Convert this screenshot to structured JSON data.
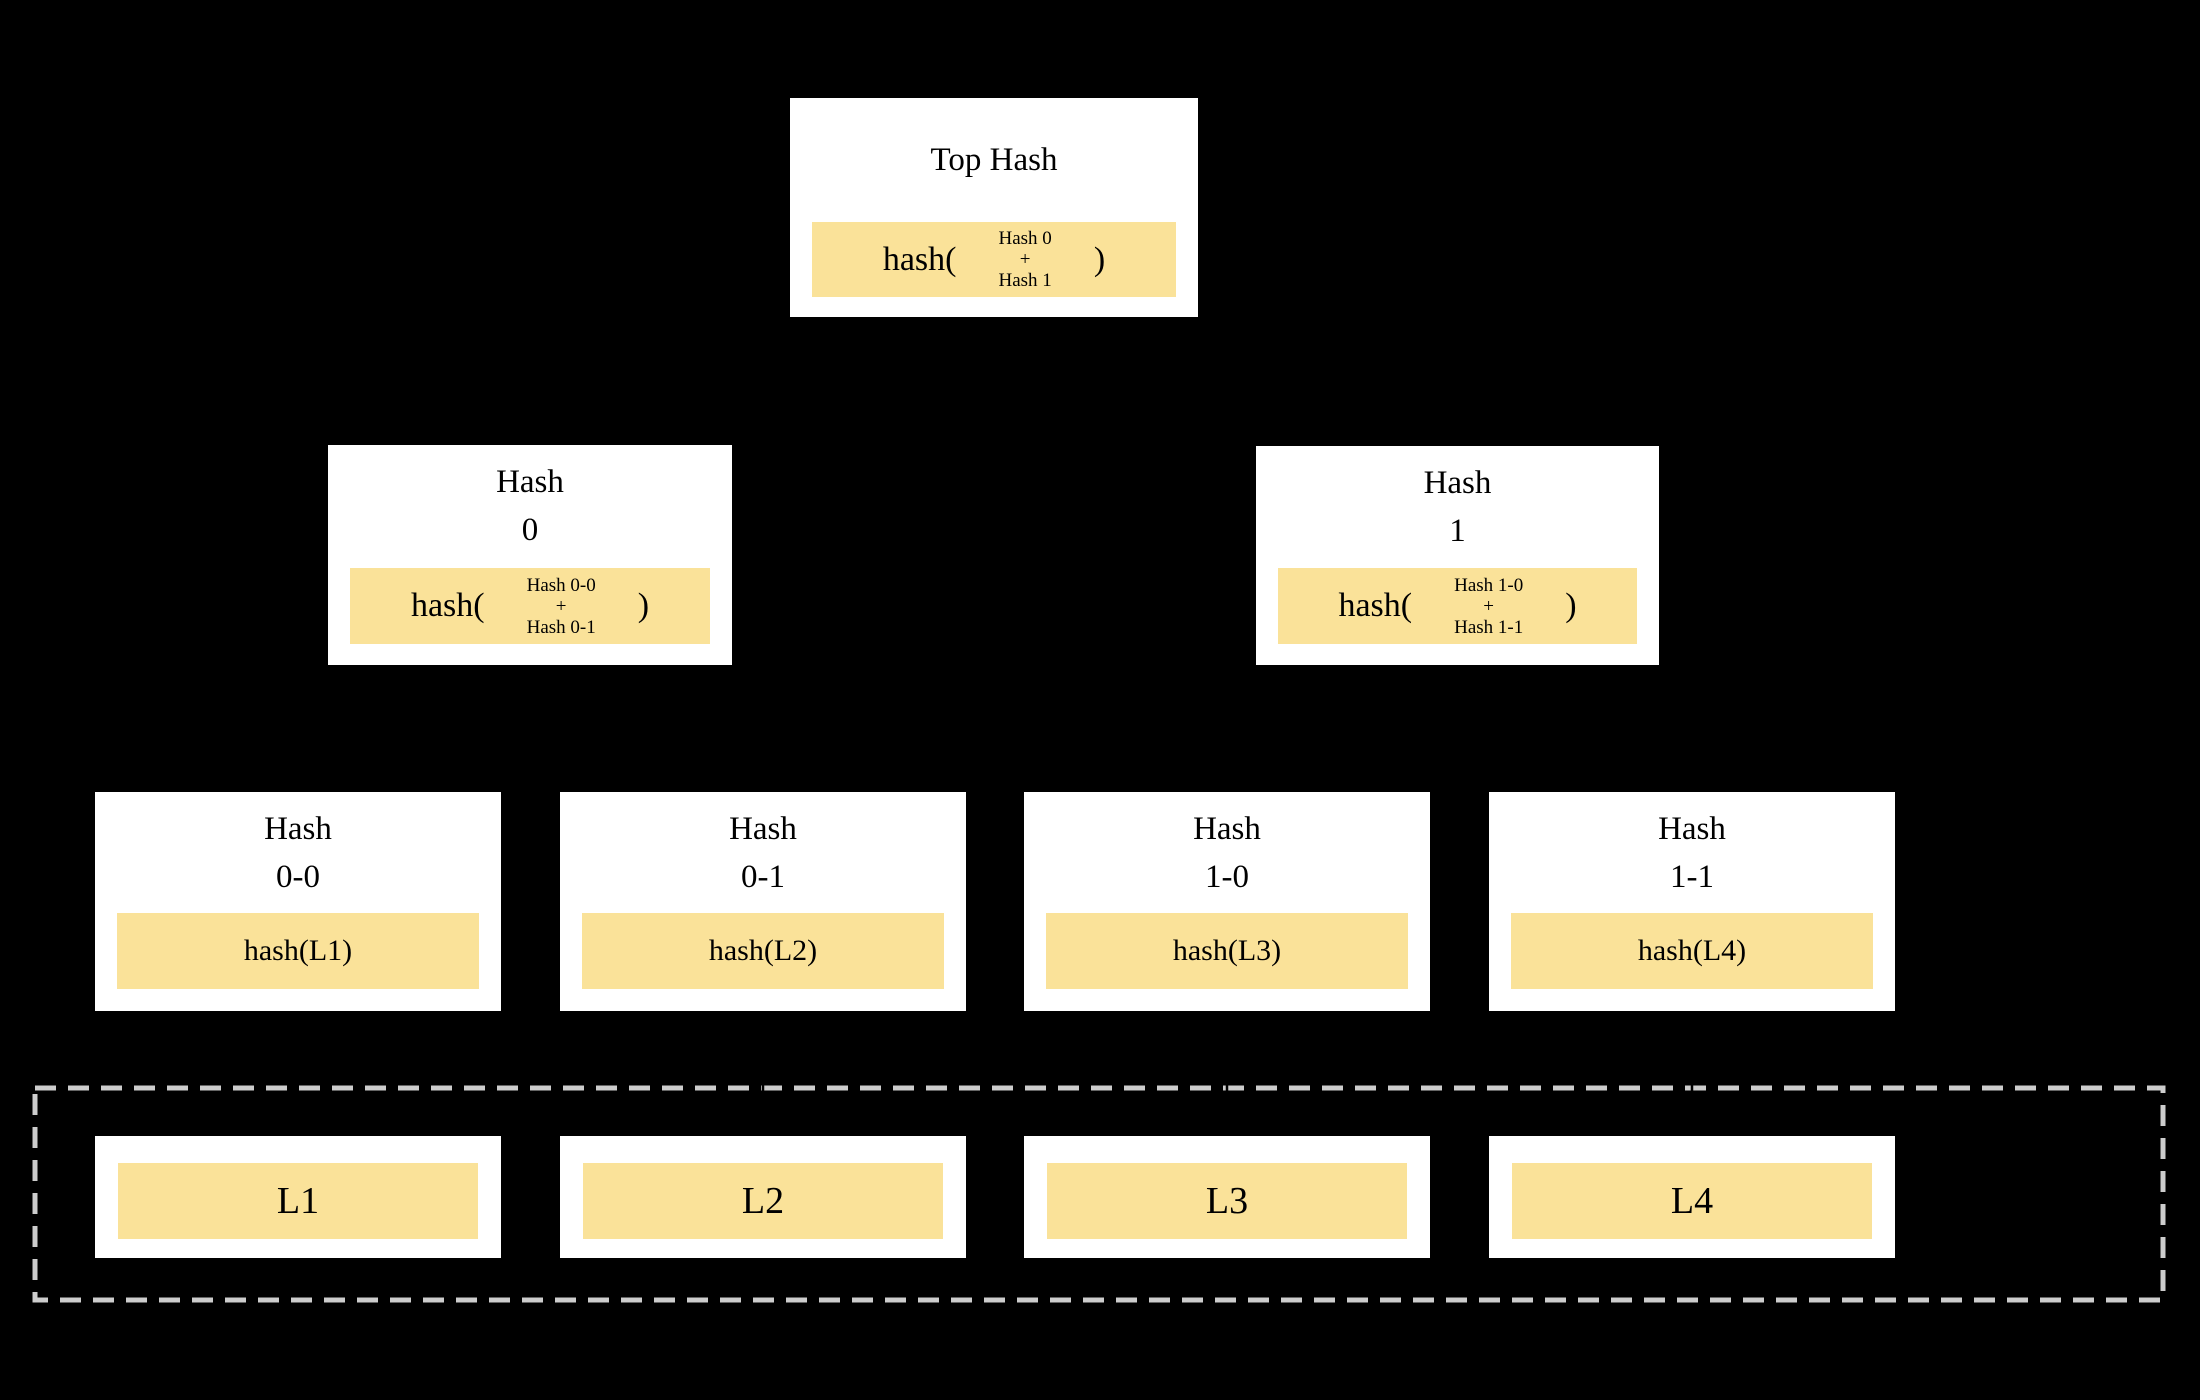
{
  "colors": {
    "background": "#000000",
    "box": "#ffffff",
    "band": "#FAE299",
    "dash": "#CDCDCD",
    "arrow": "#000000"
  },
  "nodes": {
    "top": {
      "title_lines": [
        "Top Hash"
      ],
      "fn_open": "hash(",
      "operands": [
        "Hash 0",
        "+",
        "Hash 1"
      ],
      "fn_close": ")"
    },
    "hash0": {
      "title_lines": [
        "Hash",
        "0"
      ],
      "fn_open": "hash(",
      "operands": [
        "Hash 0-0",
        "+",
        "Hash 0-1"
      ],
      "fn_close": ")"
    },
    "hash1": {
      "title_lines": [
        "Hash",
        "1"
      ],
      "fn_open": "hash(",
      "operands": [
        "Hash 1-0",
        "+",
        "Hash 1-1"
      ],
      "fn_close": ")"
    },
    "hash00": {
      "title_lines": [
        "Hash",
        "0-0"
      ],
      "band_text": "hash(L1)"
    },
    "hash01": {
      "title_lines": [
        "Hash",
        "0-1"
      ],
      "band_text": "hash(L2)"
    },
    "hash10": {
      "title_lines": [
        "Hash",
        "1-0"
      ],
      "band_text": "hash(L3)"
    },
    "hash11": {
      "title_lines": [
        "Hash",
        "1-1"
      ],
      "band_text": "hash(L4)"
    }
  },
  "leaves": [
    {
      "label": "L1"
    },
    {
      "label": "L2"
    },
    {
      "label": "L3"
    },
    {
      "label": "L4"
    }
  ]
}
